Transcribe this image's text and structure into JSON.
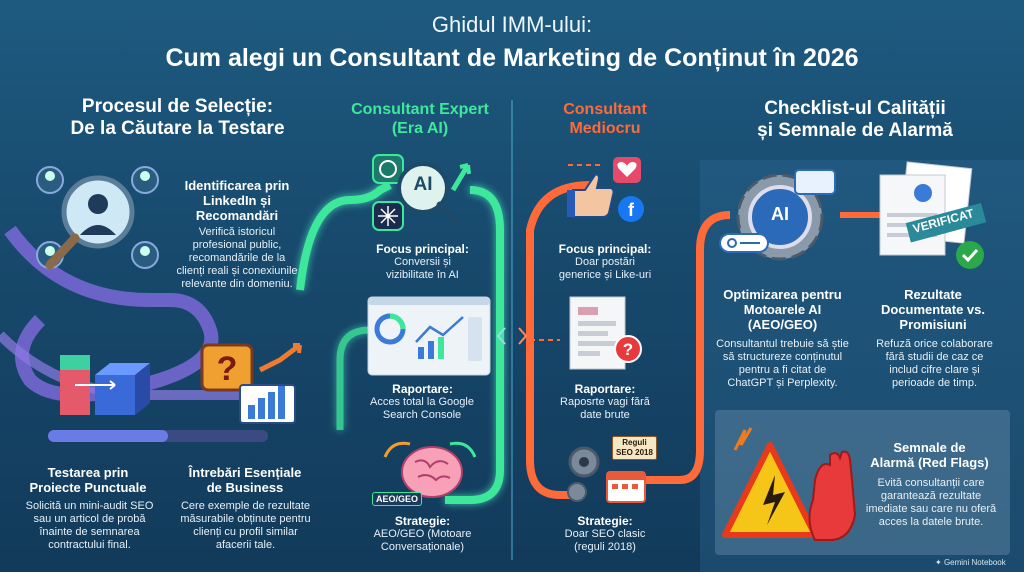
{
  "header": {
    "subtitle": "Ghidul IMM-ului:",
    "title": "Cum alegi un Consultant de Marketing de Conținut în 2026"
  },
  "left": {
    "heading_line1": "Procesul de Selecție:",
    "heading_line2": "De la Căutare la Testare",
    "step1": {
      "title_lines": [
        "Identificarea prin",
        "LinkedIn și",
        "Recomandări"
      ],
      "text_lines": [
        "Verifică istoricul",
        "profesional public,",
        "recomandările de la",
        "clienți reali și conexiunile",
        "relevante din domeniu."
      ]
    },
    "step2": {
      "title_lines": [
        "Testarea prin",
        "Proiecte Punctuale"
      ],
      "text_lines": [
        "Solicită un mini-audit SEO",
        "sau un articol de probă",
        "înainte de semnarea",
        "contractului final."
      ]
    },
    "step3": {
      "title_lines": [
        "Întrebări Esențiale",
        "de Business"
      ],
      "text_lines": [
        "Cere exemple de rezultate",
        "măsurabile obținute pentru",
        "clienți cu profil similar",
        "afacerii tale."
      ]
    }
  },
  "expert": {
    "heading_line1": "Consultant Expert",
    "heading_line2": "(Era AI)",
    "ai_label": "AI",
    "focus_title": "Focus principal:",
    "focus_text_lines": [
      "Conversii și",
      "vizibilitate în AI"
    ],
    "report_title": "Raportare:",
    "report_text_lines": [
      "Acces total la Google",
      "Search Console"
    ],
    "aeo_badge": "AEO/GEO",
    "strategy_title": "Strategie:",
    "strategy_text_lines": [
      "AEO/GEO (Motoare",
      "Conversaționale)"
    ]
  },
  "mediocre": {
    "heading_line1": "Consultant",
    "heading_line2": "Mediocru",
    "focus_title": "Focus principal:",
    "focus_text_lines": [
      "Doar postări",
      "generice și Like-uri"
    ],
    "report_title": "Raportare:",
    "report_text_lines": [
      "Raposrte vagi fără",
      "date brute"
    ],
    "seo_badge_lines": [
      "Reguli",
      "SEO 2018"
    ],
    "strategy_title": "Strategie:",
    "strategy_text_lines": [
      "Doar SEO clasic",
      "(reguli 2018)"
    ]
  },
  "right": {
    "heading_line1": "Checklist-ul Calității",
    "heading_line2": "și Semnale de Alarmă",
    "ai_label": "AI",
    "stamp": "VERIFICAT",
    "item1": {
      "title_lines": [
        "Optimizarea pentru",
        "Motoarele AI",
        "(AEO/GEO)"
      ],
      "text_lines": [
        "Consultantul trebuie să știe",
        "să structureze conținutul",
        "pentru a fi citat de",
        "ChatGPT și Perplexity."
      ]
    },
    "item2": {
      "title_lines": [
        "Rezultate",
        "Documentate vs.",
        "Promisiuni"
      ],
      "text_lines": [
        "Refuză orice colaborare",
        "fără studii de caz ce",
        "includ cifre clare și",
        "perioade de timp."
      ]
    },
    "alarm": {
      "title_lines": [
        "Semnale de",
        "Alarmă (Red Flags)"
      ],
      "text_lines": [
        "Evită consultanții care",
        "garantează rezultate",
        "imediate sau care nu oferă",
        "acces la datele brute."
      ]
    }
  },
  "footer": {
    "brand": "Gemini Notebook"
  },
  "colors": {
    "expert_accent": "#3ee89a",
    "mediocre_accent": "#ff6a3a",
    "left_path": "#7b68d8",
    "background": "#17496c"
  }
}
